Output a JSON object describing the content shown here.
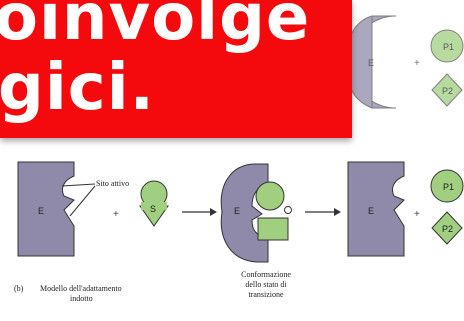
{
  "banner": {
    "line1": "oinvolge",
    "line2": "gici."
  },
  "diagram": {
    "active_site_label": "Sito attivo",
    "enzyme_label": "E",
    "substrate_label": "S",
    "product1_label": "P1",
    "product2_label": "P2",
    "plus_sign": "+",
    "transition_caption": [
      "Conformazione",
      "dello stato di",
      "transizione"
    ],
    "panel_tag": "(b)",
    "panel_caption_line1": "Modello dell'adattamento",
    "panel_caption_line2": "indotto"
  },
  "colors": {
    "banner": "#f40a0c",
    "enzyme": "#8f8aaa",
    "substrate_product": "#9fcf7f",
    "outline": "#333333"
  }
}
